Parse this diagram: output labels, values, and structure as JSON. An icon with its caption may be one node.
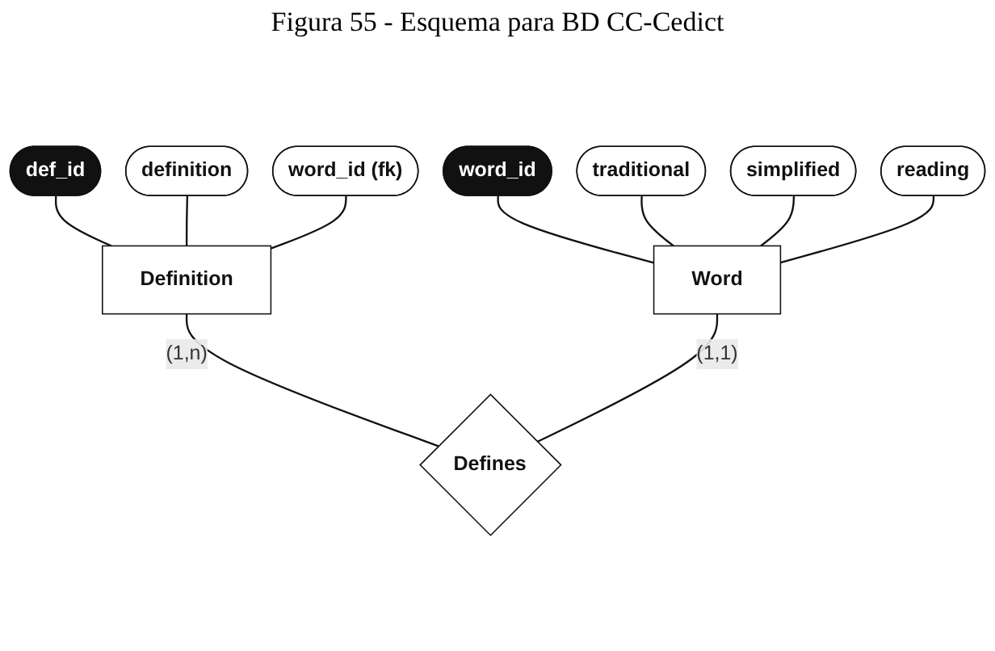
{
  "diagram": {
    "title": "Figura 55 - Esquema para BD CC-Cedict",
    "nodes": [
      {
        "text": [
          "def_id"
        ]
      },
      {
        "text": [
          "definition"
        ]
      },
      {
        "text": [
          "word_id (fk)"
        ]
      },
      {
        "text": [
          "Definition"
        ]
      },
      {
        "text": [
          "word_id"
        ]
      },
      {
        "text": [
          "traditional"
        ]
      },
      {
        "text": [
          "simplified"
        ]
      },
      {
        "text": [
          "reading"
        ]
      },
      {
        "text": [
          "Word"
        ]
      },
      {
        "text": [
          "Defines"
        ]
      }
    ],
    "edges": [
      {
        "from": 0,
        "to": 3,
        "arrow": "none"
      },
      {
        "from": 1,
        "to": 3,
        "arrow": "none"
      },
      {
        "from": 2,
        "to": 3,
        "arrow": "none"
      },
      {
        "from": 4,
        "to": 8,
        "arrow": "none"
      },
      {
        "from": 5,
        "to": 8,
        "arrow": "none"
      },
      {
        "from": 6,
        "to": 8,
        "arrow": "none"
      },
      {
        "from": 7,
        "to": 8,
        "arrow": "none"
      },
      {
        "from": 3,
        "to": 9,
        "label": "(1,n)",
        "arrow": "none"
      },
      {
        "from": 8,
        "to": 9,
        "label": "(1,1)",
        "arrow": "none"
      }
    ]
  }
}
